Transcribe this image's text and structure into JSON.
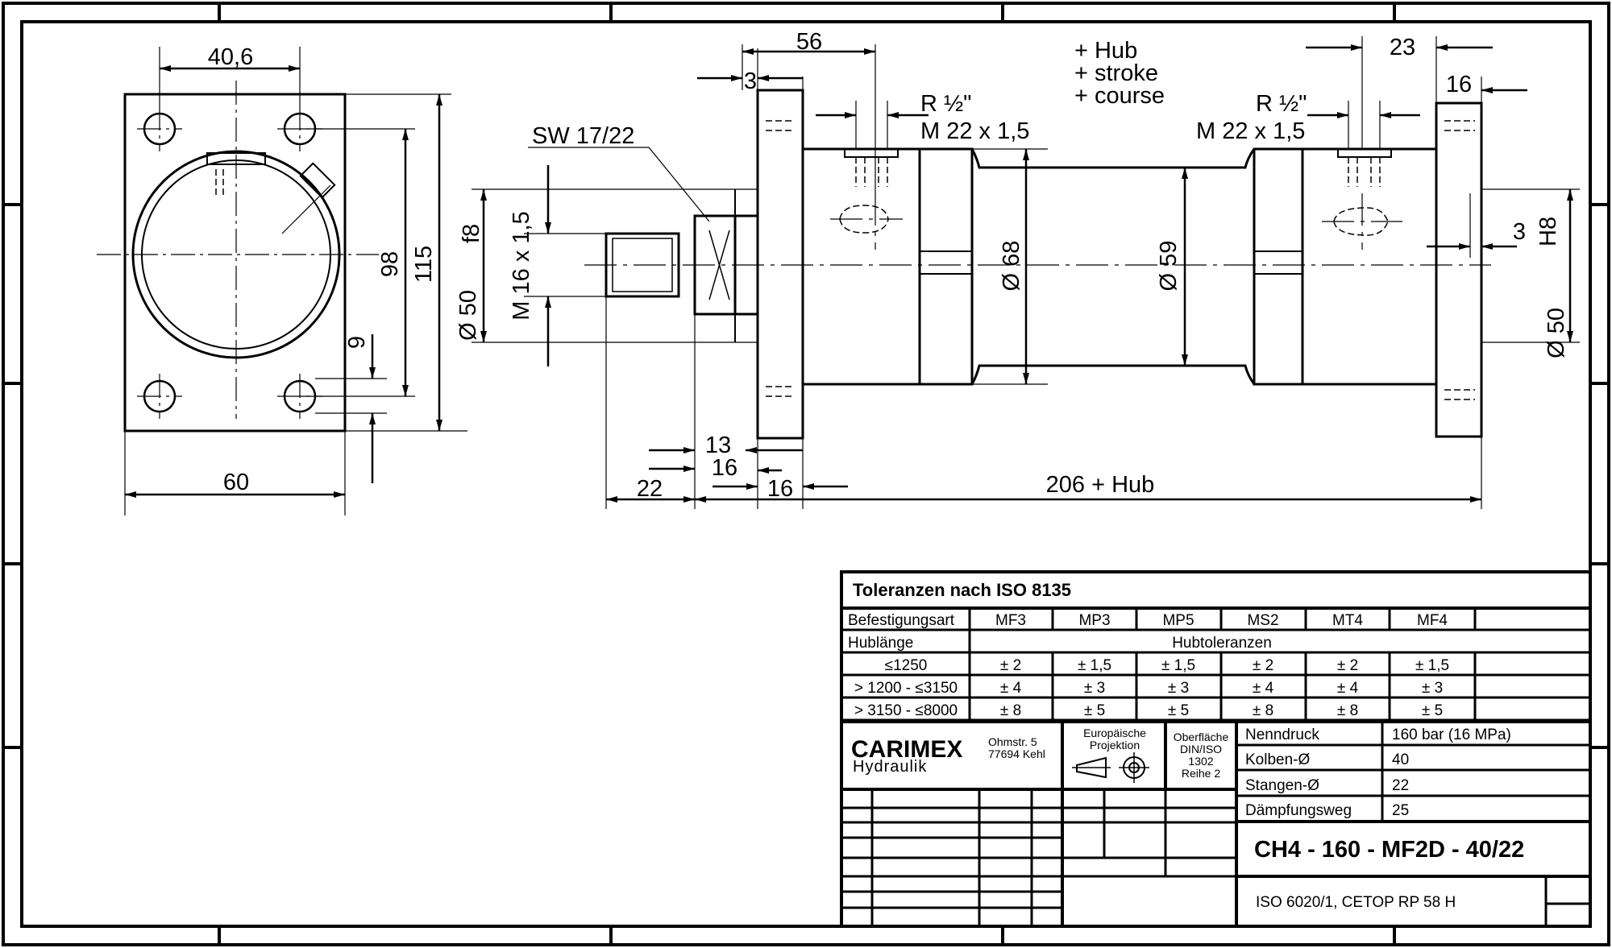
{
  "drawing": {
    "dims": {
      "d40_6": "40,6",
      "d98": "98",
      "d115": "115",
      "d9": "9",
      "d60": "60",
      "d56": "56",
      "d3a": "3",
      "sw": "SW 17/22",
      "r_left": "R ½\"",
      "m_left": "M 22 x 1,5",
      "hub": "+ Hub",
      "stroke": "+ stroke",
      "course": "+ course",
      "r_right": "R ½\"",
      "m_right": "M 22 x 1,5",
      "d23": "23",
      "d16r": "16",
      "d3b": "3",
      "dia50f8": "Ø 50",
      "f8": "f8",
      "m16": "M 16 x 1,5",
      "dia68": "Ø 68",
      "dia59": "Ø 59",
      "dia50h8": "Ø 50",
      "h8": "H8",
      "d13": "13",
      "d16a": "16",
      "d22": "22",
      "d16b": "16",
      "d206": "206 + Hub"
    }
  },
  "title_block": {
    "tolerance_title": "Toleranzen nach ISO 8135",
    "mount_label": "Befestigungsart",
    "mounts": [
      "MF3",
      "MP3",
      "MP5",
      "MS2",
      "MT4",
      "MF4"
    ],
    "stroke_label": "Hublänge",
    "stroke_tol": "Hubtoleranzen",
    "rows": [
      {
        "range": "≤1250",
        "vals": [
          "± 2",
          "± 1,5",
          "± 1,5",
          "± 2",
          "± 2",
          "± 1,5"
        ]
      },
      {
        "range": "> 1200 - ≤3150",
        "vals": [
          "± 4",
          "± 3",
          "± 3",
          "± 4",
          "± 4",
          "± 3"
        ]
      },
      {
        "range": "> 3150 - ≤8000",
        "vals": [
          "± 8",
          "± 5",
          "± 5",
          "± 8",
          "± 8",
          "± 5"
        ]
      }
    ],
    "company": "CARIMEX",
    "company_sub": "Hydraulik",
    "addr1": "Ohmstr. 5",
    "addr2": "77694 Kehl",
    "proj1": "Europäische",
    "proj2": "Projektion",
    "surf1": "Oberfläche",
    "surf2": "DIN/ISO",
    "surf3": "1302",
    "surf4": "Reihe 2",
    "specs": [
      {
        "label": "Nenndruck",
        "value": "160 bar (16 MPa)"
      },
      {
        "label": "Kolben-Ø",
        "value": "40"
      },
      {
        "label": "Stangen-Ø",
        "value": "22"
      },
      {
        "label": "Dämpfungsweg",
        "value": "25"
      }
    ],
    "part_no": "CH4 - 160 - MF2D - 40/22",
    "standard": "ISO 6020/1, CETOP RP 58 H"
  }
}
